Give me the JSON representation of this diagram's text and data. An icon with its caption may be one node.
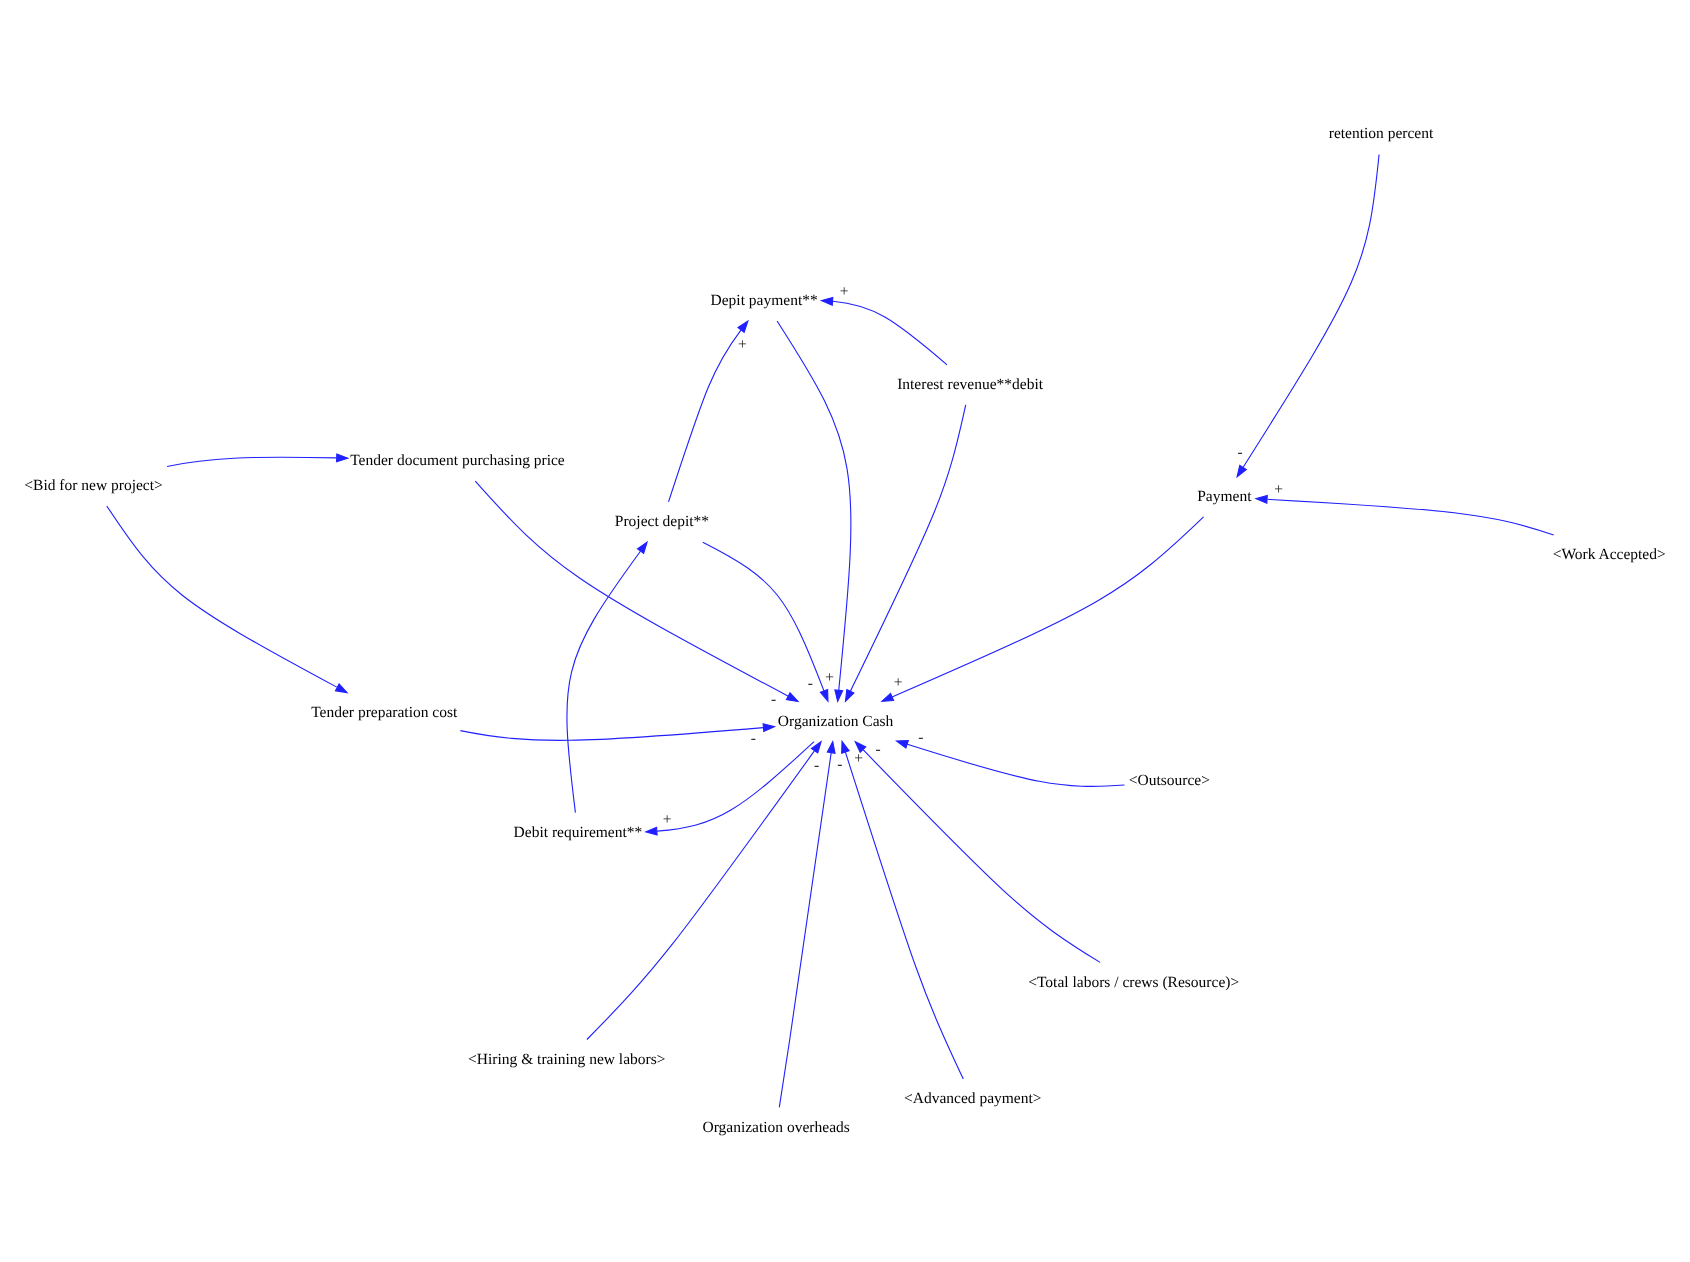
{
  "diagram": {
    "nodes": [
      {
        "text": [
          "Depit payment**"
        ]
      },
      {
        "text": [
          "Interest revenue**debit"
        ]
      },
      {
        "text": [
          "Tender preparation cost"
        ]
      },
      {
        "text": [
          "<Bid for new project>"
        ]
      },
      {
        "text": [
          "Project depit**"
        ]
      },
      {
        "text": [
          "Tender document purchasing price"
        ]
      },
      {
        "text": [
          "Debit requirement**"
        ]
      },
      {
        "text": [
          "Organization Cash"
        ]
      },
      {
        "text": [
          "Organization overheads"
        ]
      },
      {
        "text": [
          "<Total labors / crews (Resource)>"
        ]
      },
      {
        "text": [
          "<Advanced payment>"
        ]
      },
      {
        "text": [
          "<Hiring & training new labors>"
        ]
      },
      {
        "text": [
          "<Outsource>"
        ]
      },
      {
        "text": [
          "Payment"
        ]
      },
      {
        "text": [
          "retention percent"
        ]
      },
      {
        "text": [
          "<Work Accepted>"
        ]
      }
    ],
    "edges": [
      {
        "from": 1,
        "to": 0,
        "arrow": "to",
        "label": "+"
      },
      {
        "from": 4,
        "to": 0,
        "arrow": "to",
        "label": "+"
      },
      {
        "from": 6,
        "to": 4,
        "arrow": "to"
      },
      {
        "from": 3,
        "to": 2,
        "arrow": "to"
      },
      {
        "from": 3,
        "to": 5,
        "arrow": "to"
      },
      {
        "from": 4,
        "to": 7,
        "arrow": "to",
        "label": "-"
      },
      {
        "from": 0,
        "to": 7,
        "arrow": "to",
        "label": "+"
      },
      {
        "from": 1,
        "to": 7,
        "arrow": "to"
      },
      {
        "from": 2,
        "to": 7,
        "arrow": "to",
        "label": "-"
      },
      {
        "from": 5,
        "to": 7,
        "arrow": "to",
        "label": "-"
      },
      {
        "from": 8,
        "to": 7,
        "arrow": "to",
        "label": "-"
      },
      {
        "from": 7,
        "to": 6,
        "arrow": "to",
        "label": "+"
      },
      {
        "from": 10,
        "to": 7,
        "arrow": "to",
        "label": "+"
      },
      {
        "from": 9,
        "to": 7,
        "arrow": "to",
        "label": "-"
      },
      {
        "from": 11,
        "to": 7,
        "arrow": "to",
        "label": "-"
      },
      {
        "from": 12,
        "to": 7,
        "arrow": "to",
        "label": "-"
      },
      {
        "from": 13,
        "to": 7,
        "arrow": "to",
        "label": "+"
      },
      {
        "from": 15,
        "to": 13,
        "arrow": "to",
        "label": "+"
      },
      {
        "from": 14,
        "to": 13,
        "arrow": "to",
        "label": "-"
      }
    ]
  }
}
